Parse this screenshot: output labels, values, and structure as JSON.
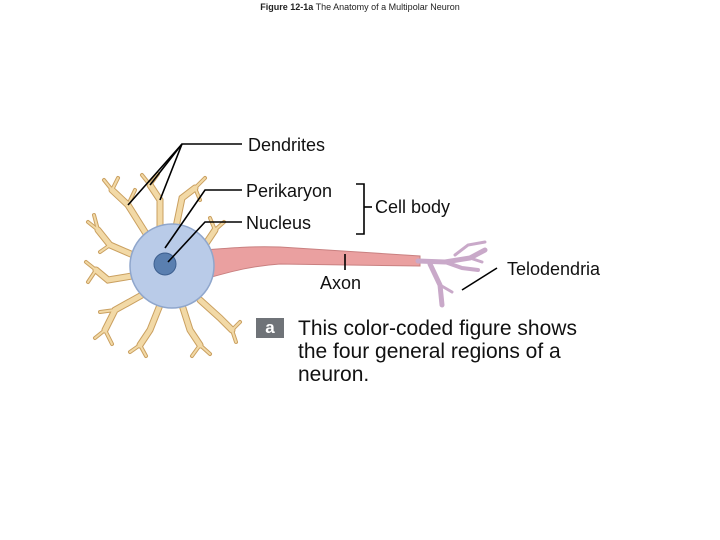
{
  "figure": {
    "number": "Figure 12-1a",
    "title": "The Anatomy of a Multipolar Neuron"
  },
  "labels": {
    "dendrites": "Dendrites",
    "perikaryon": "Perikaryon",
    "nucleus": "Nucleus",
    "cell_body": "Cell body",
    "axon": "Axon",
    "telodendria": "Telodendria"
  },
  "panel": {
    "letter": "a",
    "caption": "This color-coded figure shows the four general regions of a neuron."
  },
  "colors": {
    "dendrites": "#f2d9a6",
    "dendrite_outline": "#caa060",
    "cell_body": "#b9cbe8",
    "nucleus": "#5a7fb0",
    "axon": "#eaa0a0",
    "telodendria": "#c9a9c9",
    "leader_line": "#000000"
  }
}
